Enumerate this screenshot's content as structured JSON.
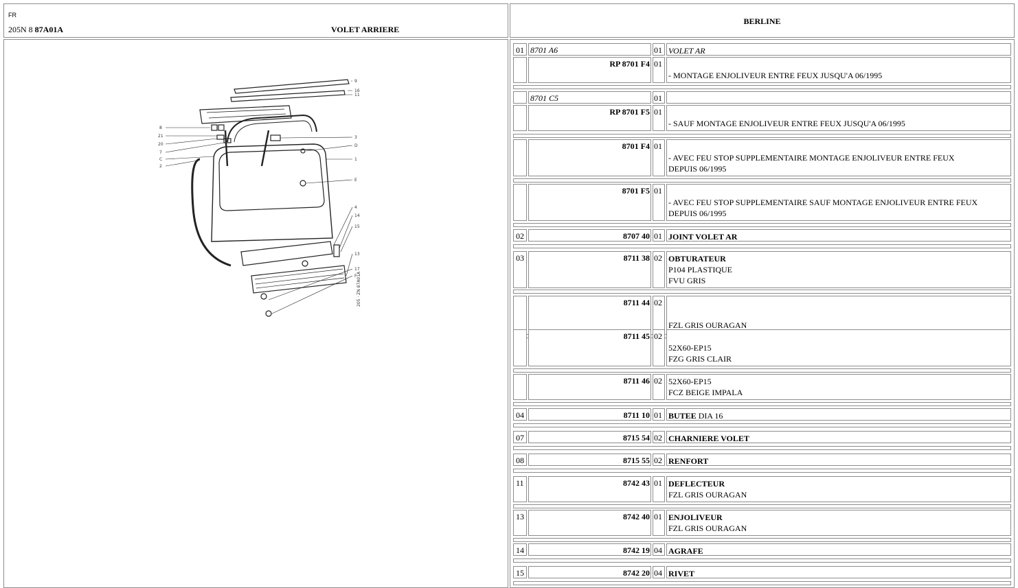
{
  "header": {
    "lang": "FR",
    "model": "205N 8",
    "code": "87A01A",
    "title": "VOLET ARRIERE",
    "version": "BERLINE"
  },
  "diagram": {
    "callouts_right": [
      "9",
      "16",
      "11",
      "3",
      "D",
      "1",
      "E",
      "4",
      "14",
      "15",
      "13",
      "17",
      "F"
    ],
    "callouts_left": [
      "8",
      "21",
      "20",
      "7",
      "C",
      "2"
    ],
    "stamp": "205 · ZN 87A01A"
  },
  "rows": [
    {
      "idx": "01",
      "ref": "8701 A6",
      "qty": "01",
      "lines": [
        "VOLET AR"
      ],
      "italic": true
    },
    {
      "idx": "",
      "ref": "RP 8701 F4",
      "qty": "01",
      "lines": [
        "",
        "- MONTAGE ENJOLIVEUR ENTRE FEUX JUSQU'A 06/1995"
      ]
    },
    {
      "idx": "",
      "ref": "8701 C5",
      "qty": "01",
      "lines": [
        ""
      ],
      "italic": true
    },
    {
      "idx": "",
      "ref": "RP 8701 F5",
      "qty": "01",
      "lines": [
        "",
        "- SAUF MONTAGE ENJOLIVEUR ENTRE FEUX JUSQU'A 06/1995"
      ]
    },
    {
      "idx": "",
      "ref": "8701 F4",
      "qty": "01",
      "lines": [
        "",
        "- AVEC FEU STOP SUPPLEMENTAIRE MONTAGE ENJOLIVEUR ENTRE FEUX",
        "DEPUIS 06/1995"
      ]
    },
    {
      "idx": "",
      "ref": "8701 F5",
      "qty": "01",
      "lines": [
        "",
        "- AVEC FEU STOP SUPPLEMENTAIRE SAUF MONTAGE ENJOLIVEUR ENTRE FEUX",
        "DEPUIS 06/1995"
      ]
    },
    {
      "idx": "02",
      "ref": "8707 40",
      "qty": "01",
      "lines": [
        "JOINT VOLET AR"
      ],
      "bold_first": true
    },
    {
      "idx": "03",
      "ref": "8711 38",
      "qty": "02",
      "lines": [
        "OBTURATEUR",
        "P104 PLASTIQUE",
        "FVU GRIS"
      ],
      "bold_first": true
    },
    {
      "idx": "",
      "ref": "8711 44",
      "qty": "02",
      "lines": [
        "",
        "",
        "FZL GRIS OURAGAN"
      ]
    },
    {
      "idx": "",
      "ref": "8711 45",
      "qty": "02",
      "lines": [
        "",
        "52X60-EP15",
        "FZG GRIS CLAIR"
      ]
    },
    {
      "idx": "",
      "ref": "8711 46",
      "qty": "02",
      "lines": [
        "52X60-EP15",
        "FCZ BEIGE IMPALA"
      ]
    },
    {
      "idx": "04",
      "ref": "8711 10",
      "qty": "01",
      "lines": [
        "BUTEE DIA 16"
      ],
      "bold_word": "BUTEE"
    },
    {
      "idx": "07",
      "ref": "8715 54",
      "qty": "02",
      "lines": [
        "CHARNIERE VOLET"
      ],
      "bold_first": true
    },
    {
      "idx": "08",
      "ref": "8715 55",
      "qty": "02",
      "lines": [
        "RENFORT"
      ],
      "bold_first": true
    },
    {
      "idx": "11",
      "ref": "8742 43",
      "qty": "01",
      "lines": [
        "DEFLECTEUR",
        "FZL GRIS OURAGAN"
      ],
      "bold_first": true
    },
    {
      "idx": "13",
      "ref": "8742 40",
      "qty": "01",
      "lines": [
        "ENJOLIVEUR",
        "FZL GRIS OURAGAN"
      ],
      "bold_first": true
    },
    {
      "idx": "14",
      "ref": "8742 19",
      "qty": "04",
      "lines": [
        "AGRAFE"
      ],
      "bold_first": true
    },
    {
      "idx": "15",
      "ref": "8742 20",
      "qty": "04",
      "lines": [
        "RIVET"
      ],
      "bold_first": true
    }
  ]
}
